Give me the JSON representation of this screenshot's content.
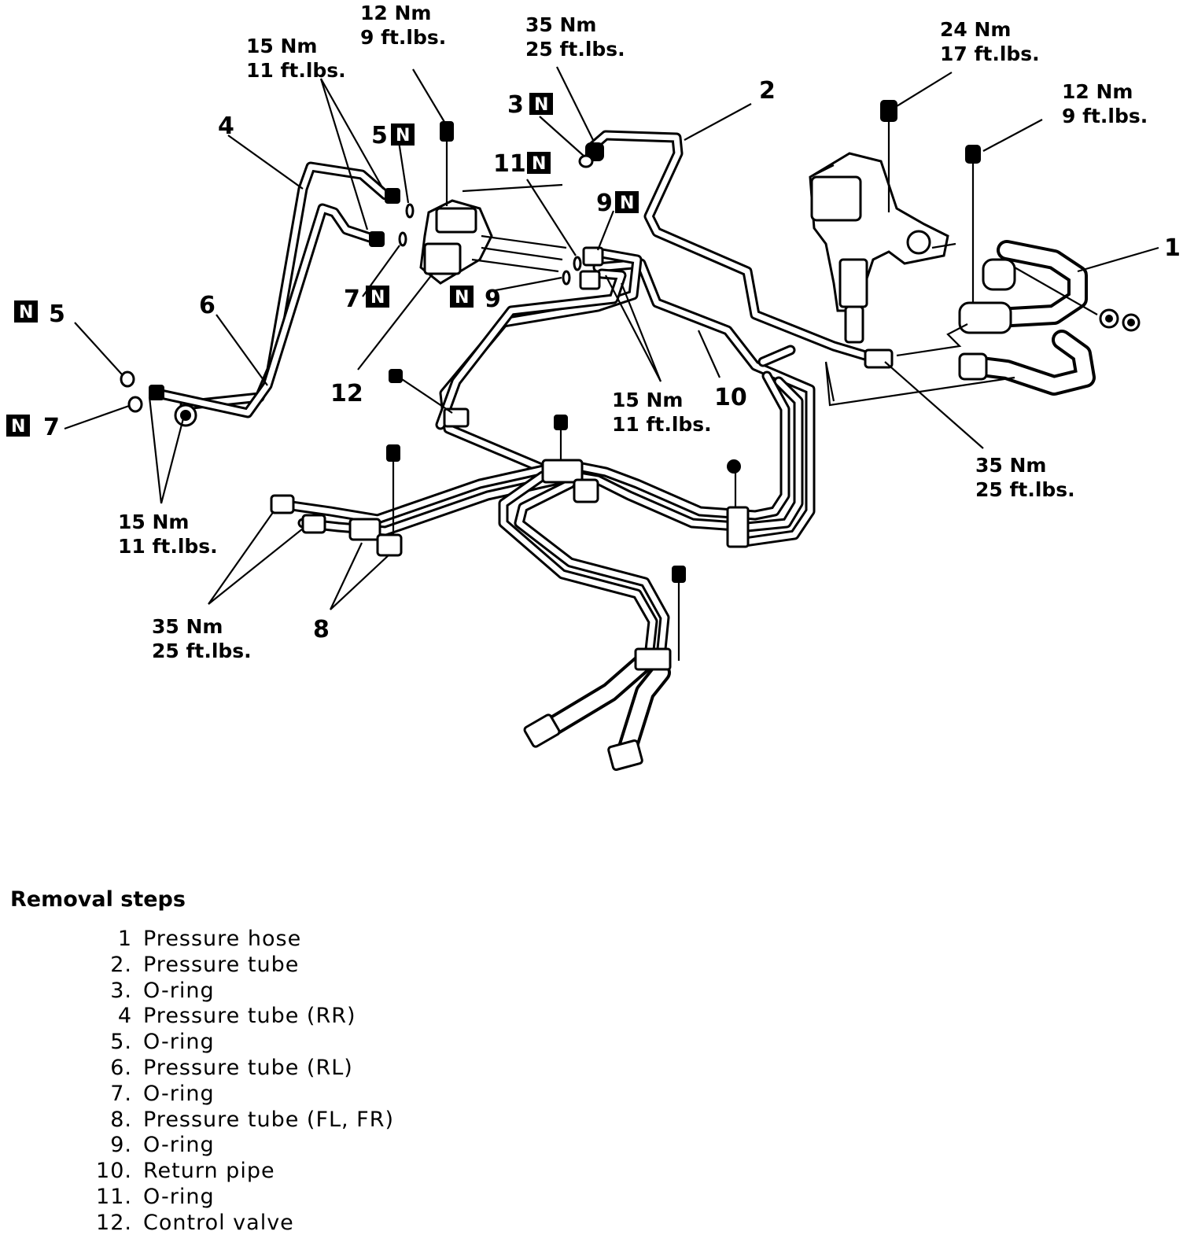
{
  "callouts": {
    "t_12_top": [
      "12 Nm",
      "9 ft.lbs."
    ],
    "t_35_top": [
      "35 Nm",
      "25 ft.lbs."
    ],
    "t_15_topleft": [
      "15 Nm",
      "11 ft.lbs."
    ],
    "t_24": [
      "24 Nm",
      "17 ft.lbs."
    ],
    "t_12_right": [
      "12 Nm",
      "9 ft.lbs."
    ],
    "t_15_mid": [
      "15 Nm",
      "11 ft.lbs."
    ],
    "t_35_right": [
      "35 Nm",
      "25 ft.lbs."
    ],
    "t_15_left": [
      "15 Nm",
      "11 ft.lbs."
    ],
    "t_35_bottom": [
      "35 Nm",
      "25 ft.lbs."
    ]
  },
  "part_labels": {
    "p1": "1",
    "p2": "2",
    "p3": "3",
    "p4": "4",
    "p5_top": "5",
    "p5_left": "5",
    "p6": "6",
    "p7_mid": "7",
    "p7_left": "7",
    "p8": "8",
    "p9_top": "9",
    "p9_mid": "9",
    "p10": "10",
    "p11": "11",
    "p12": "12"
  },
  "new_part_mark": "N",
  "removal": {
    "title": "Removal steps",
    "steps": [
      {
        "n": "1",
        "text": "Pressure hose"
      },
      {
        "n": "2.",
        "text": "Pressure tube"
      },
      {
        "n": "3.",
        "text": "O-ring"
      },
      {
        "n": "4",
        "text": "Pressure tube (RR)"
      },
      {
        "n": "5.",
        "text": "O-ring"
      },
      {
        "n": "6.",
        "text": "Pressure tube (RL)"
      },
      {
        "n": "7.",
        "text": "O-ring"
      },
      {
        "n": "8.",
        "text": "Pressure tube (FL, FR)"
      },
      {
        "n": "9.",
        "text": "O-ring"
      },
      {
        "n": "10.",
        "text": "Return pipe"
      },
      {
        "n": "11.",
        "text": "O-ring"
      },
      {
        "n": "12.",
        "text": "Control valve"
      }
    ]
  }
}
